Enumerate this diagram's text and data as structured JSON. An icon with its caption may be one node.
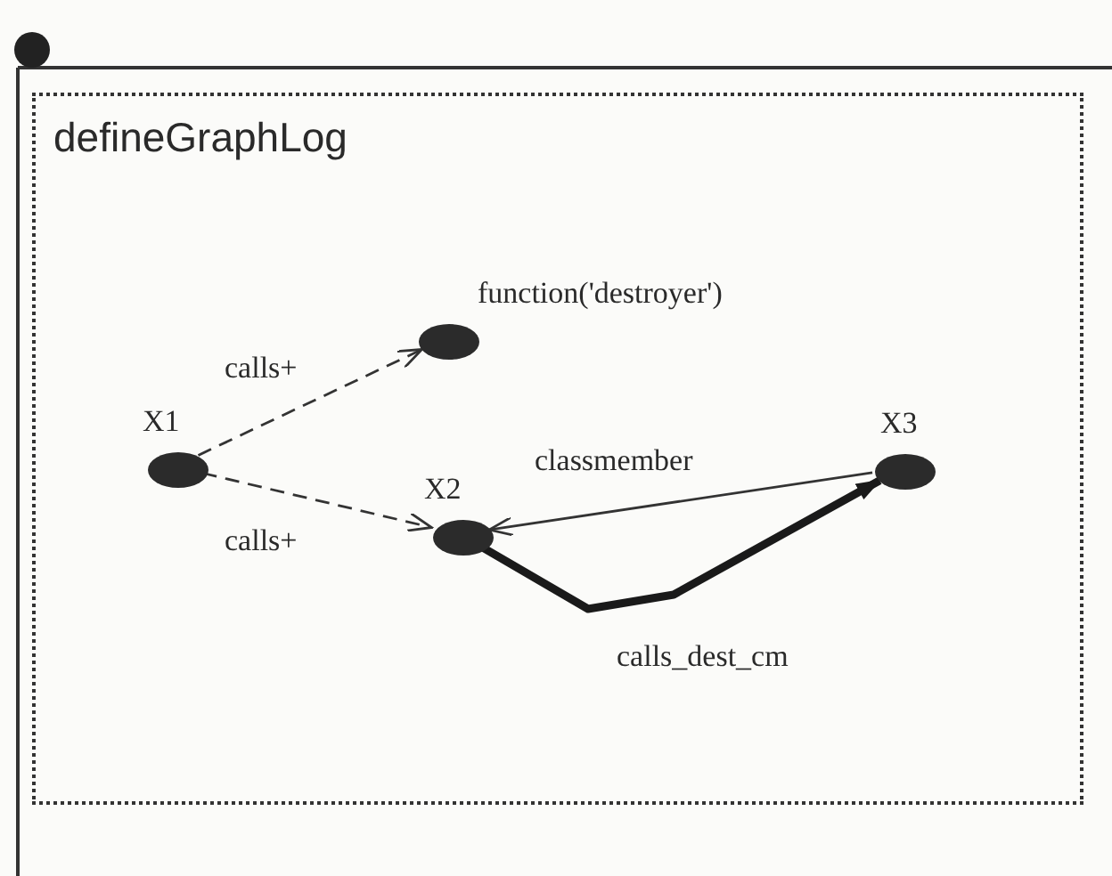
{
  "diagram": {
    "nodes": [
      {
        "text": [
          "defineGraphLog"
        ]
      },
      {
        "text": [
          "X1"
        ],
        "in": 0
      },
      {
        "text": [
          "function('destroyer')"
        ],
        "in": 0
      },
      {
        "text": [
          "X2"
        ],
        "in": 0
      },
      {
        "text": [
          "X3"
        ],
        "in": 0
      }
    ],
    "edges": [
      {
        "from": 1,
        "to": 2,
        "arrow": "to",
        "label": "calls+",
        "style": "dashed"
      },
      {
        "from": 1,
        "to": 3,
        "arrow": "to",
        "label": "calls+",
        "style": "dashed"
      },
      {
        "from": 4,
        "to": 3,
        "arrow": "to",
        "label": "classmember"
      },
      {
        "from": 3,
        "to": 4,
        "arrow": "to",
        "label": "calls_dest_cm",
        "style": "thick"
      }
    ]
  }
}
